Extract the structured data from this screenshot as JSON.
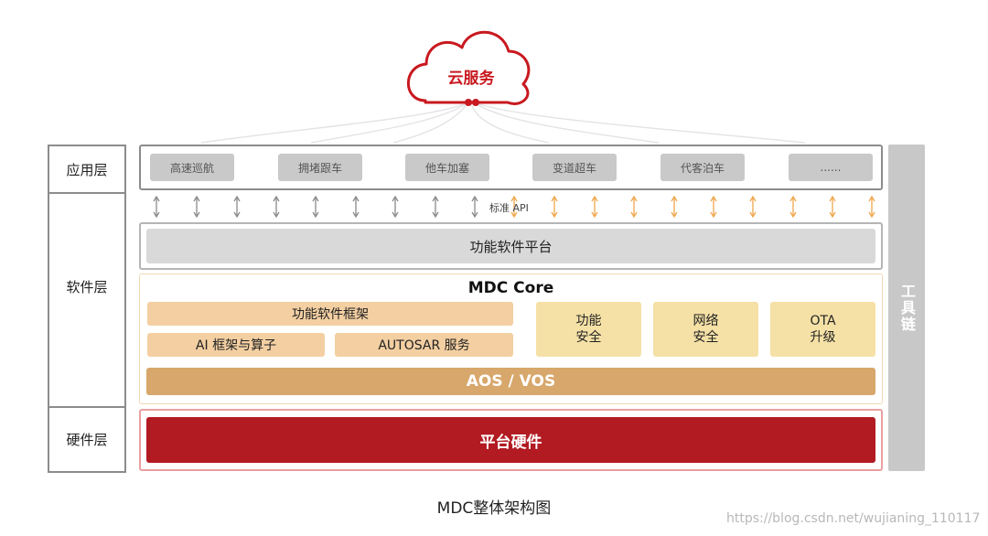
{
  "cloud": {
    "label": "云服务",
    "color": "#c8191f"
  },
  "layers": {
    "app": "应用层",
    "software": "软件层",
    "hardware": "硬件层"
  },
  "apps": [
    "高速巡航",
    "拥堵跟车",
    "他车加塞",
    "变道超车",
    "代客泊车",
    "......"
  ],
  "api_label": "标准 API",
  "functional_platform": "功能软件平台",
  "mdc_core": {
    "title": "MDC Core",
    "framework": "功能软件框架",
    "ai_framework": "AI 框架与算子",
    "autosar": "AUTOSAR 服务",
    "func_safety": "功能\n安全",
    "net_safety": "网络\n安全",
    "ota": "OTA\n升级",
    "aos": "AOS / VOS"
  },
  "hardware_platform": "平台硬件",
  "toolchain": "工具链",
  "caption": "MDC整体架构图",
  "watermark": "https://blog.csdn.net/wujianing_110117",
  "colors": {
    "gray_arrow": "#8a8a8a",
    "orange_arrow": "#f0a64a",
    "hardware": "#b21b22",
    "aos": "#d7a76b"
  }
}
